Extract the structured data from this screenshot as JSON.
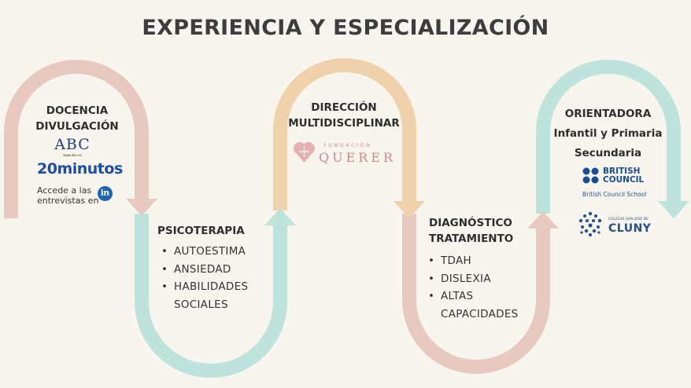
{
  "title": "EXPERIENCIA Y ESPECIALIZACIÓN",
  "colors": {
    "background": "#f8f5ef",
    "pink": "#e8c9bf",
    "teal": "#bde3dc",
    "peach": "#efd2ab"
  },
  "steps": [
    {
      "heading_lines": [
        "DOCENCIA",
        "DIVULGACIÓN"
      ],
      "logos": {
        "abc": "ABC",
        "abc_sub": "www.abc.es",
        "veinte": "20minutos"
      },
      "linkedin_text_lines": [
        "Accede a las",
        "entrevistas en"
      ],
      "linkedin_icon": "in"
    },
    {
      "heading_lines": [
        "PSICOTERAPIA"
      ],
      "items": [
        "AUTOESTIMA",
        "ANSIEDAD",
        "HABILIDADES",
        "SOCIALES"
      ]
    },
    {
      "heading_lines": [
        "DIRECCIÓN",
        "MULTIDISCIPLINAR"
      ],
      "logo": {
        "small": "FUNDACIÓN",
        "big": "QUERER"
      }
    },
    {
      "heading_lines": [
        "DIAGNÓSTICO",
        "TRATAMIENTO"
      ],
      "items": [
        "TDAH",
        "DISLEXIA",
        "ALTAS",
        "CAPACIDADES"
      ]
    },
    {
      "heading_lines": [
        "ORIENTADORA",
        "Infantil y Primaria",
        "Secundaria"
      ],
      "british_council": {
        "line1": "BRITISH",
        "line2": "COUNCIL",
        "sub": "British Council School"
      },
      "cluny": {
        "small": "COLEGIO SAN JOSÉ DE",
        "big": "CLUNY"
      }
    }
  ]
}
